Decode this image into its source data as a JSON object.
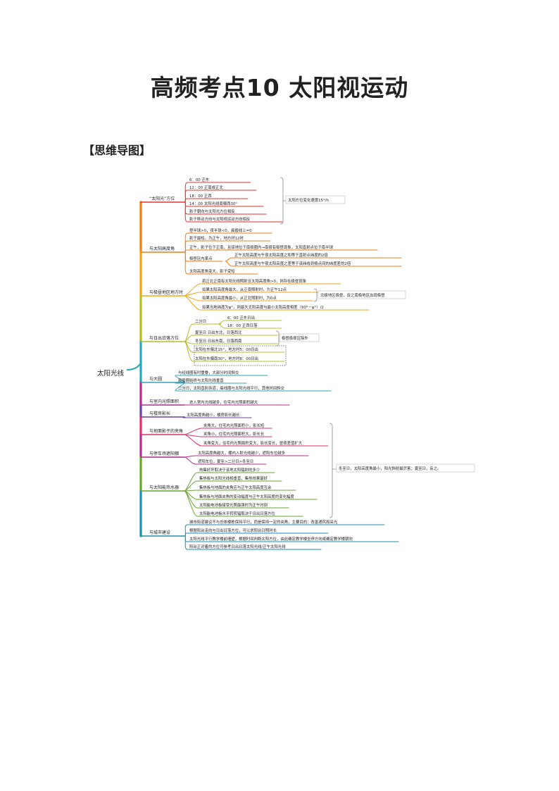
{
  "title": "高频考点10  太阳视运动",
  "section": "【思维导图】",
  "root": "太阳光线",
  "branches": [
    {
      "label": "“太阳光”方位",
      "color": "#e5322d",
      "items": [
        "6：00        正东",
        "12：00        正南或正北",
        "18：00        正西",
        "14：00        太阳光线南偏西30°",
        "影子朝向与太阳光方位相反",
        "影子移动方向与太阳视运动方向相反"
      ]
    },
    {
      "label": "与太阳高度角",
      "color": "#ef7d16",
      "items": [
        "昼半球>0，夜半球<0，晨昏线上=0",
        "影子最短，为正午，地方时12时",
        "正午，影子位于正南，且该地位于南极圈内→南极有极昼现象，太阳直射点位于南半球",
        "极昼区内某点",
        "太阳高度角变大，影子变短"
      ],
      "sub": [
        "正午太阳高度与午夜太阳高度之和等于直射点纬度的2倍",
        "正午太阳高度与午夜太阳高度之差等于该纬线到极点间的纬度差的2倍"
      ]
    },
    {
      "label": "与极昼地区地方时",
      "color": "#f2a516",
      "items": [
        "若正北正南有太阳光线照射且太阳高度角>0，则存在极昼现象",
        "如果太阳高度角最大，从正南照射时，为正午12点",
        "如果太阳高度角最小，从正北照射时，为0点",
        "如果当地纬度为φ°，则最大太阳高度与最小太阳高度相差（90°－φ°）/2"
      ],
      "note": "北极地区极昼，反之南极地区出现极昼"
    },
    {
      "label": "与日出日落方位",
      "color": "#b7bd27",
      "items": [
        "二分日",
        "夏至日        日出东北，日落西北",
        "冬至日        日出东南，日落西南",
        "太阳在东偏北15°，地方时5：00日出",
        "太阳在东偏南30°，地方时8：00日出"
      ],
      "sub": [
        "6：00        正东日出",
        "18：00        正西日落"
      ],
      "note": "极昼极夜区除外"
    },
    {
      "label": "与大圆",
      "color": "#2fa6b9",
      "items": [
        "与经线圈有时重叠，大部分时间斜交",
        "晨昏圈始终与太阳光线垂直",
        "二分日，太阳直射赤道，晨线圈与太阳光线平行，其他时间斜交"
      ]
    },
    {
      "label": "与室内光照面积",
      "color": "#b12b8c",
      "items": [
        "进入室内光线越多，住宅内光照面积越大"
      ]
    },
    {
      "label": "与楼房影长",
      "color": "#6b3fa0",
      "items": [
        "太阳高度角越小，楼房影长越长"
      ]
    },
    {
      "label": "与地面影子的夹角",
      "color": "#e02f6b",
      "items": [
        "夹角大，住宅内光照面积小，影长短",
        "夹角小，住宅内光照面积大，影长长",
        "夹角变大，住宅内光照面积变大，影长变长，昼夜差值扩大"
      ]
    },
    {
      "label": "与停车场遮阳棚",
      "color": "#b12b8c",
      "items": [
        "太阳高度角越大，棚内入射光线越少，遮阳车位越多",
        "遮阳车位，夏至>二分日>冬至日"
      ]
    },
    {
      "label": "与太阳能热水器",
      "color": "#6aa431",
      "items": [
        "热集好坏取决于该地太阳辐射的多少",
        "集热板与太阳光线相垂直，集热效果最好",
        "集热板与地面的夹角应与正午太阳高度互余",
        "集热板与地面夹角的变动幅度与正午太阳高度的变化幅度",
        "太阳能电池板接受光照最强时为正午时刻",
        "太阳能电池板水平转转辐取决于日出日落方位"
      ]
    },
    {
      "label": "与城市建设",
      "color": "#1b8fae",
      "items": [
        "城市街道建议不与总体楼栋保持平行，而是保持一定的夹角，主要目的：改善通风和采光",
        "根据阳台走向与日出日落方位，可以求阳台日照时长",
        "太阳光线平行教学楼前墙壁，根据时间判断太阳方位，由此确定教学楼坐停方向或确定教学楼朝向",
        "阳台正对着的方位可参考日出日落太阳光线/正午太阳光线"
      ]
    }
  ],
  "side_note_1": "太阳方位变化速度15°/h",
  "side_note_2": "冬至日，太阳高度角最小，阳光斜射最厉害；夏至日，反之。"
}
